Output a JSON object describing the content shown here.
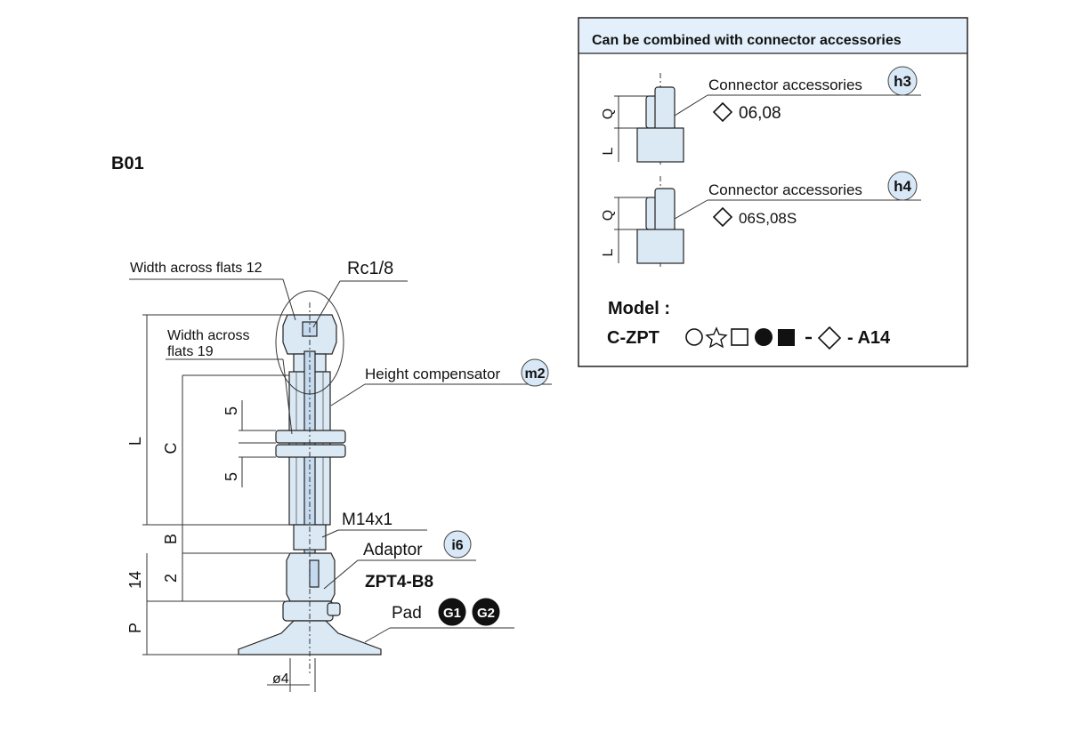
{
  "title": "B01",
  "labels": {
    "width_across_flats_12": "Width across flats 12",
    "rc": "Rc1/8",
    "width_across_flats_19_l1": "Width across",
    "width_across_flats_19_l2": "flats 19",
    "height_compensator": "Height compensator",
    "m14": "M14x1",
    "adaptor": "Adaptor",
    "zpt": "ZPT4-B8",
    "pad": "Pad",
    "dia": "ø4",
    "dim_L": "L",
    "dim_C": "C",
    "dim_B": "B",
    "dim_14": "14",
    "dim_2": "2",
    "dim_P": "P",
    "dim_5a": "5",
    "dim_5b": "5"
  },
  "badges": {
    "m2": "m2",
    "i6": "i6",
    "g1": "G1",
    "g2": "G2",
    "h3": "h3",
    "h4": "h4"
  },
  "box": {
    "header": "Can be combined with connector accessories",
    "acc1_label": "Connector accessories",
    "acc1_sizes": "06,08",
    "acc2_label": "Connector accessories",
    "acc2_sizes": "06S,08S",
    "dim_Q": "Q",
    "dim_L": "L",
    "model_label": "Model :",
    "model_code_prefix": "C-ZPT",
    "model_code_suffix": "- A14"
  },
  "colors": {
    "part_fill": "#dbe9f5",
    "badge_fill": "#d8e8f6",
    "header_fill": "#e3f0fb"
  }
}
